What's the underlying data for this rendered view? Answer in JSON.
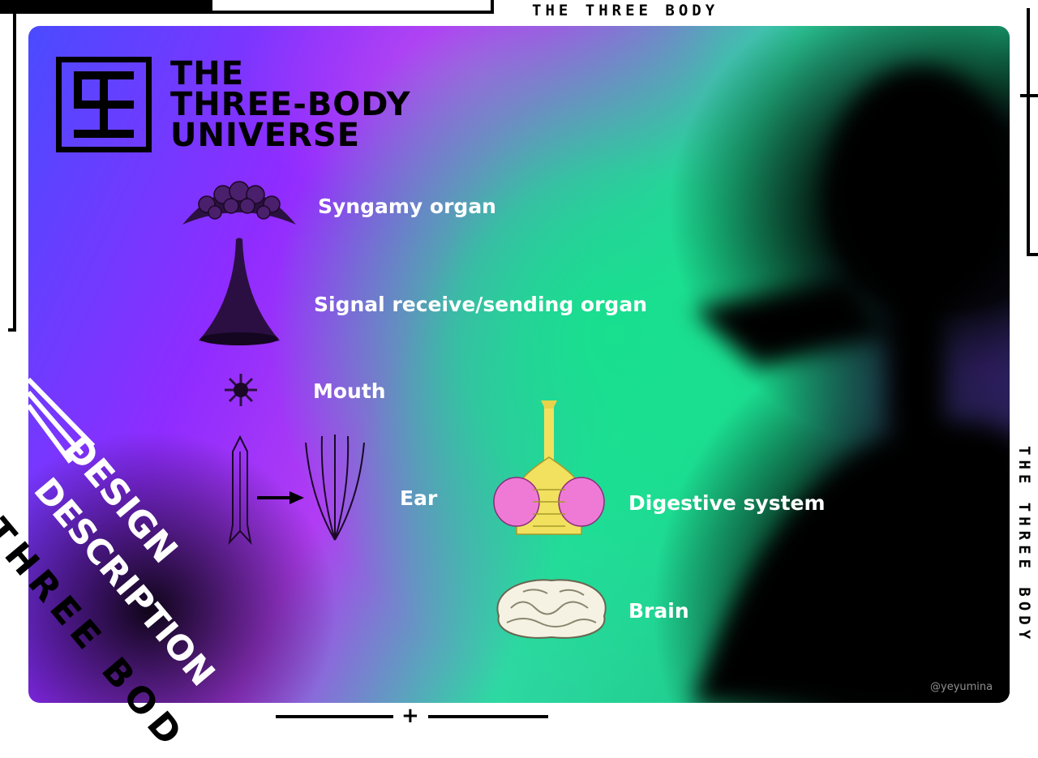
{
  "header": {
    "title": "THE THREE BODY"
  },
  "side": {
    "title": "THE THREE BODY"
  },
  "logo": {
    "line1": "THE",
    "line2": "THREE-BODY",
    "line3": "UNIVERSE"
  },
  "labels": {
    "syngamy": "Syngamy organ",
    "signal": "Signal receive/sending organ",
    "mouth": "Mouth",
    "ear": "Ear",
    "digestive": "Digestive system",
    "brain": "Brain"
  },
  "diagonal": {
    "design": "DESIGN",
    "description": "DESCRIPTION",
    "three_body": "THREE BOD"
  },
  "watermark": "@yeyumina",
  "colors": {
    "purple": "#8f2cff",
    "green": "#17e08e",
    "black": "#000000",
    "pink": "#ee7ad6",
    "yellow": "#f2e15e"
  }
}
